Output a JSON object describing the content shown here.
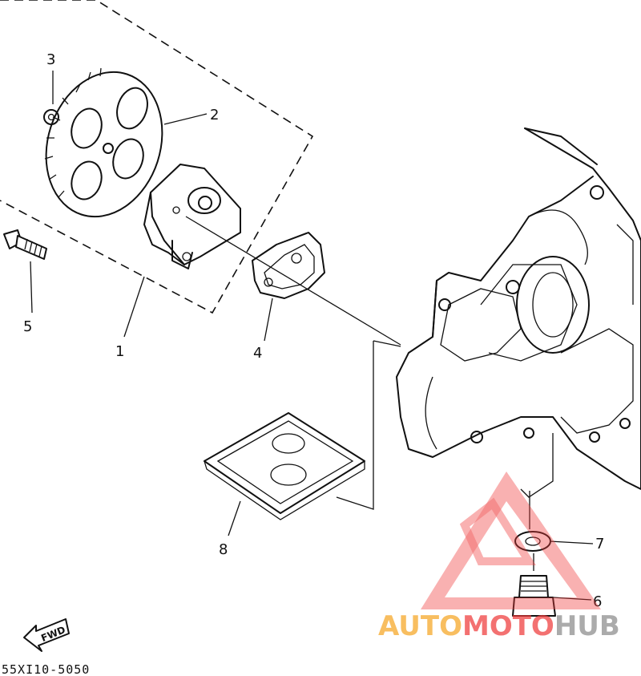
{
  "callouts": {
    "p1": "1",
    "p2": "2",
    "p3": "3",
    "p4": "4",
    "p5": "5",
    "p6": "6",
    "p7": "7",
    "p8": "8"
  },
  "fwd_label": "FWD",
  "diagram_code": "55XI10-5050",
  "watermark": {
    "part1": "AUTO",
    "part2": "MOTO",
    "part3": "HUB",
    "color_orange": "#f6a623",
    "color_red": "#ef3b3b",
    "color_gray": "#8c8c8c"
  }
}
